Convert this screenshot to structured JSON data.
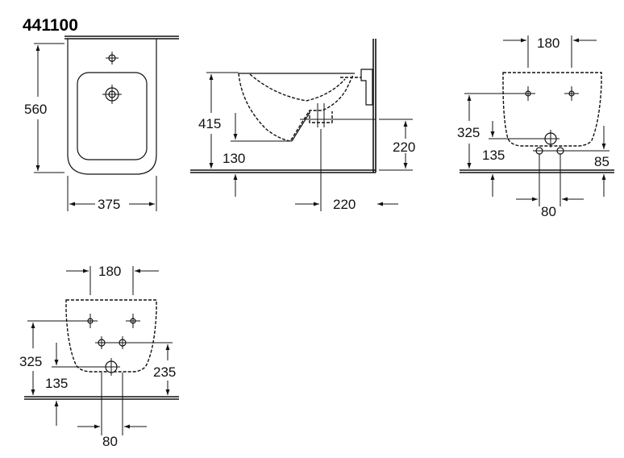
{
  "title": "441100",
  "top_view": {
    "height": "560",
    "width": "375"
  },
  "side_view": {
    "height": "415",
    "outlet_height": "130",
    "wall_offset_vertical": "220",
    "wall_offset_horizontal": "220"
  },
  "front_view": {
    "bolt_spacing": "180",
    "bolt_height": "325",
    "supply_height": "135",
    "outlet_height": "85",
    "supply_spacing": "80"
  },
  "rear_view": {
    "bolt_spacing": "180",
    "bolt_height": "325",
    "supply_height": "135",
    "outlet_height": "235",
    "supply_spacing": "80"
  }
}
